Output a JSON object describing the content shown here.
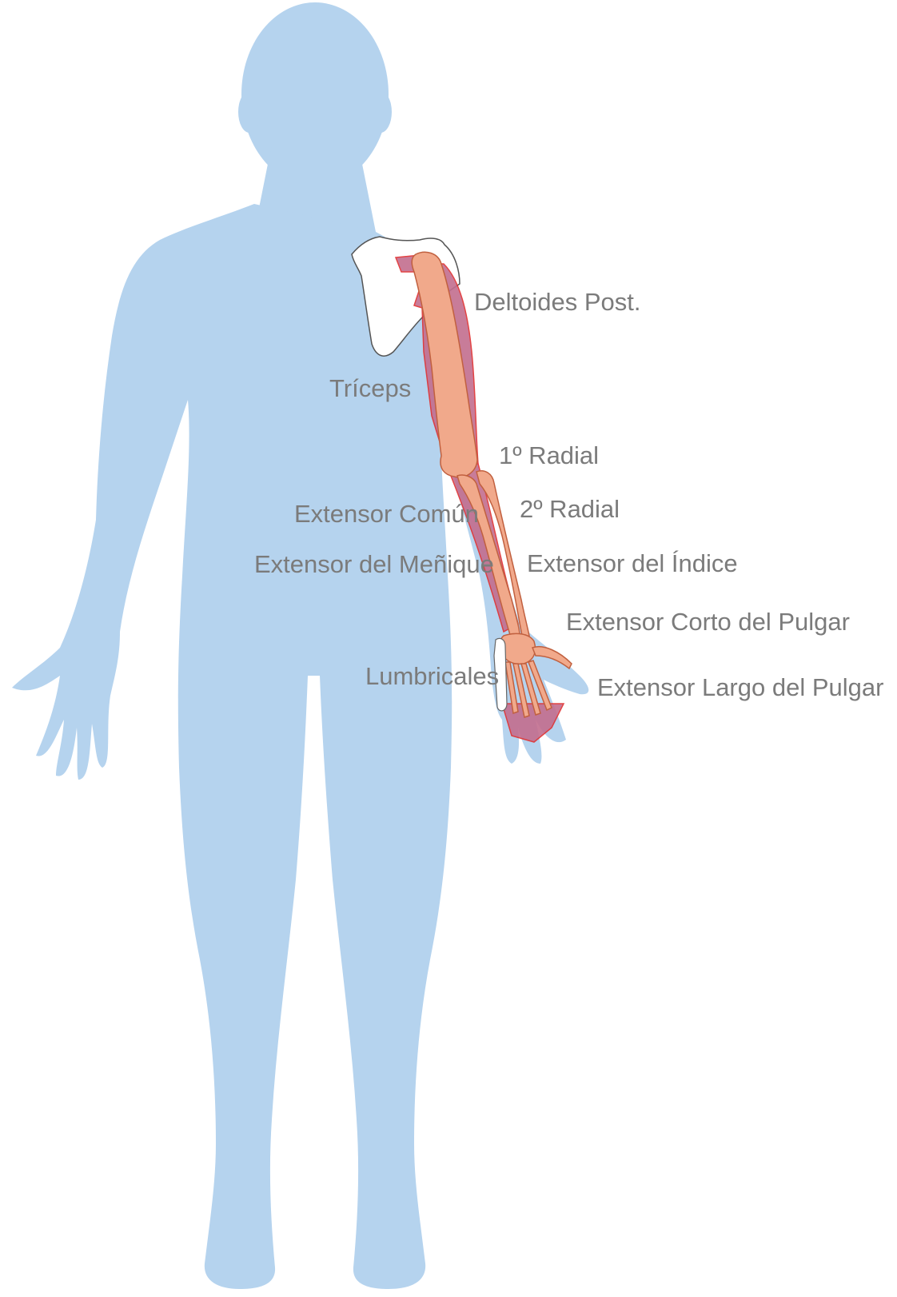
{
  "colors": {
    "silhouette": "#b5d3ee",
    "muscle": "#c36e8e",
    "muscle_outline": "#e03030",
    "bone": "#f1a98b",
    "bone_outline": "#c1603f",
    "scapula": "#ffffff",
    "label_text": "#7b7b7b"
  },
  "labels": {
    "deltoides_post": "Deltoides Post.",
    "triceps": "Tríceps",
    "radial_1": "1º Radial",
    "extensor_comun": "Extensor Común",
    "radial_2": "2º Radial",
    "extensor_menique": "Extensor del Meñique",
    "extensor_indice": "Extensor del Índice",
    "extensor_corto_pulgar": "Extensor Corto del Pulgar",
    "lumbricales": "Lumbricales",
    "extensor_largo_pulgar": "Extensor Largo del Pulgar"
  }
}
